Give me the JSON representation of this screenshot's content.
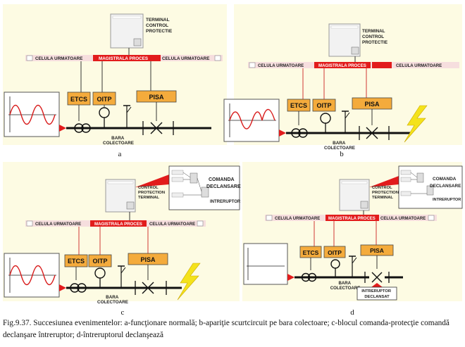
{
  "colors": {
    "panel_bg": "#fdfbe3",
    "bus_red": "#e21c1c",
    "orange_block": "#f4ab3c",
    "terminal_gray": "#f2f2f2",
    "waveform_red": "#d81c1c",
    "bolt_yellow": "#f4e21b",
    "caption_text": "#111111"
  },
  "labels": {
    "terminal": "TERMINAL CONTROL PROTECTIE",
    "terminal_lines": [
      "TERMINAL",
      "CONTROL",
      "PROTECTIE"
    ],
    "protection_terminal_lines": [
      "CONTROL",
      "PROTECTION",
      "TERMINAL"
    ],
    "celula_urmatoare": "CELULA URMATOARE",
    "magistrala_proces": "MAGISTRALA PROCES",
    "magistrala_proces_c": "MAGISTRALA PROCES",
    "etcs": "ETCS",
    "oitp": "OITP",
    "pisa": "PISA",
    "bara_colectoare_lines": [
      "BARA",
      "COLECTOARE"
    ],
    "comanda_declansare_lines": [
      "COMANDA",
      "DECLANSARE"
    ],
    "intreruptor": "INTRERUPTOR",
    "intreruptor_declansat_lines": [
      "INTRERUPTOR",
      "DECLANSAT"
    ]
  },
  "panels": [
    {
      "id": "a",
      "label": "a",
      "state": "normal"
    },
    {
      "id": "b",
      "label": "b",
      "state": "short-circuit"
    },
    {
      "id": "c",
      "label": "c",
      "state": "trip-command"
    },
    {
      "id": "d",
      "label": "d",
      "state": "breaker-tripped"
    }
  ],
  "caption": "Fig.9.37. Succesiunea evenimentelor: a-funcţionare normală; b-apariţie scurtcircuit pe bara colectoare; c-blocul comanda-protecţie comandă declanşare întreruptor; d-întreruptorul declanşează"
}
